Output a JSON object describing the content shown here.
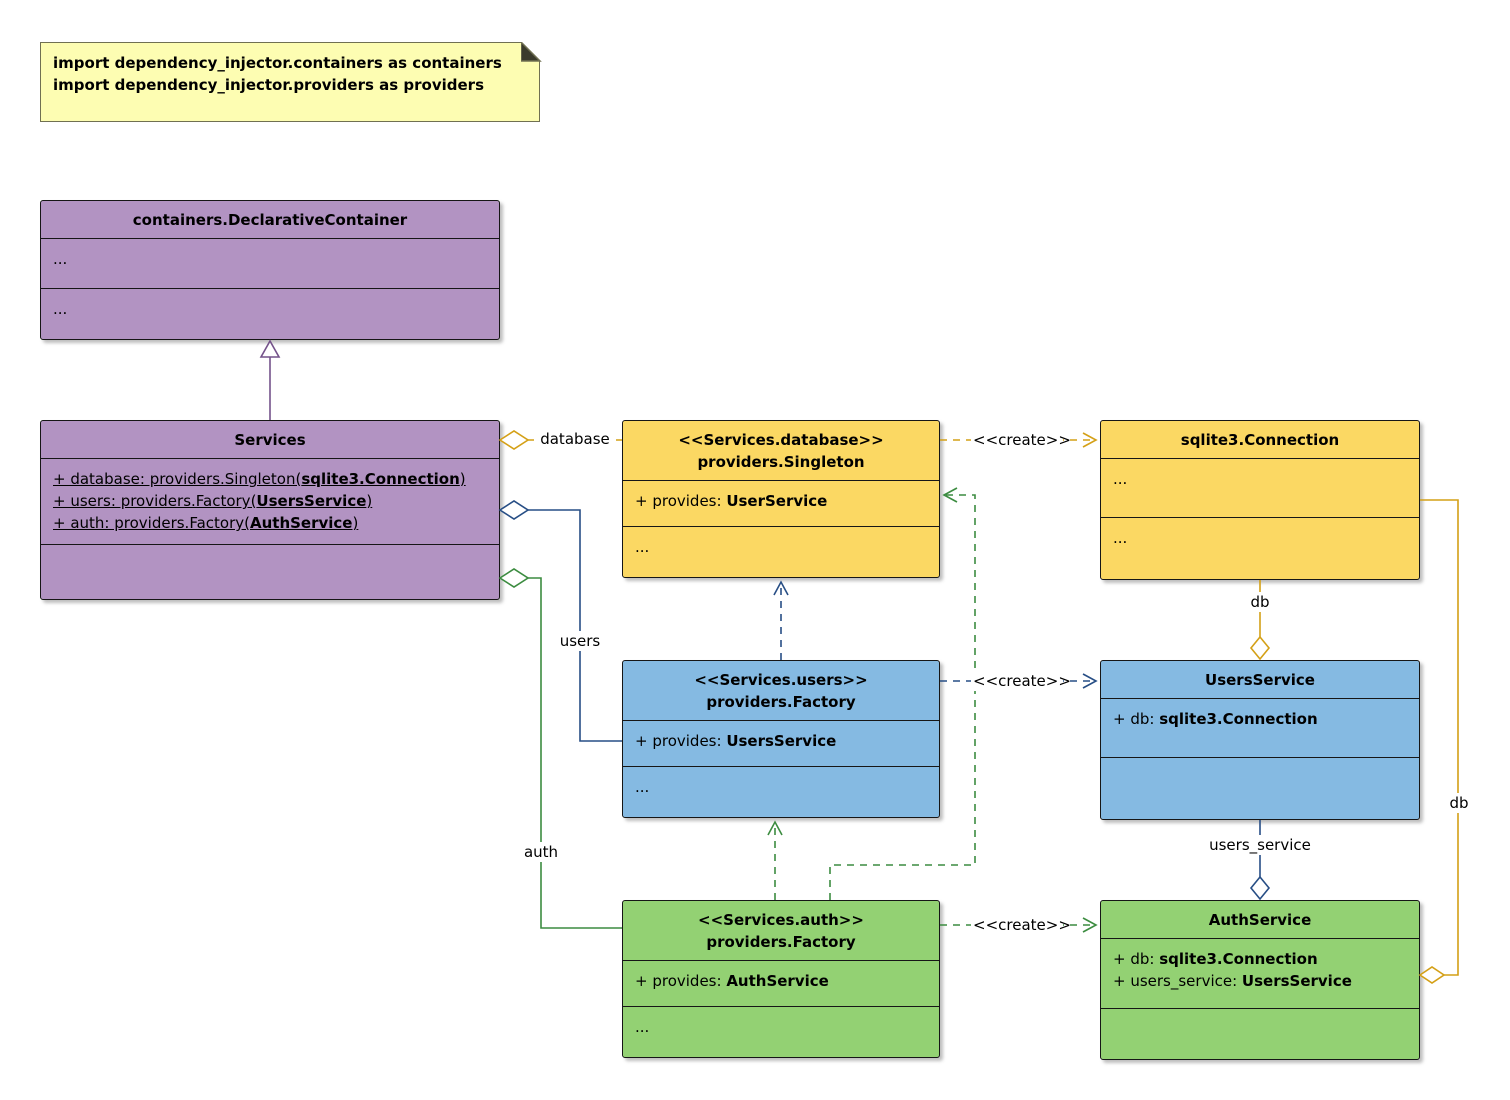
{
  "note": {
    "line1": "import dependency_injector.containers as containers",
    "line2": "import dependency_injector.providers as providers"
  },
  "boxes": {
    "declarative_container": {
      "title": "containers.DeclarativeContainer",
      "section1": "...",
      "section2": "..."
    },
    "services": {
      "title": "Services",
      "attr1": {
        "pre": "+ database: providers.Singleton(",
        "bold": "sqlite3.Connection",
        "post": ")"
      },
      "attr2": {
        "pre": "+ users: providers.Factory(",
        "bold": "UsersService",
        "post": ")"
      },
      "attr3": {
        "pre": "+ auth: providers.Factory(",
        "bold": "AuthService",
        "post": ")"
      }
    },
    "database_singleton": {
      "stereotype": "<<Services.database>>",
      "title": "providers.Singleton",
      "attr1": {
        "pre": "+ provides: ",
        "bold": "UserService",
        "post": ""
      },
      "section2": "..."
    },
    "sqlite_connection": {
      "title": "sqlite3.Connection",
      "section1": "...",
      "section2": "..."
    },
    "users_factory": {
      "stereotype": "<<Services.users>>",
      "title": "providers.Factory",
      "attr1": {
        "pre": "+ provides: ",
        "bold": "UsersService",
        "post": ""
      },
      "section2": "..."
    },
    "users_service": {
      "title": "UsersService",
      "attr1": {
        "pre": "+ db: ",
        "bold": "sqlite3.Connection",
        "post": ""
      }
    },
    "auth_factory": {
      "stereotype": "<<Services.auth>>",
      "title": "providers.Factory",
      "attr1": {
        "pre": "+ provides: ",
        "bold": "AuthService",
        "post": ""
      },
      "section2": "..."
    },
    "auth_service": {
      "title": "AuthService",
      "attr1": {
        "pre": "+ db: ",
        "bold": "sqlite3.Connection",
        "post": ""
      },
      "attr2": {
        "pre": "+ users_service: ",
        "bold": "UsersService",
        "post": ""
      }
    }
  },
  "edge_labels": {
    "database": "database",
    "users": "users",
    "auth": "auth",
    "create_database": "<<create>>",
    "create_users": "<<create>>",
    "create_auth": "<<create>>",
    "db_mid": "db",
    "users_service": "users_service",
    "db_right": "db"
  },
  "colors": {
    "purple_fill": "#B293C2",
    "purple_line": "#74528A",
    "yellow_fill": "#FBD863",
    "yellow_line": "#D4A017",
    "blue_fill": "#85BAE2",
    "blue_line": "#274E85",
    "green_fill": "#93D173",
    "green_line": "#3C8C40",
    "note_fill": "#FDFDB2",
    "box_border": "#161616"
  }
}
